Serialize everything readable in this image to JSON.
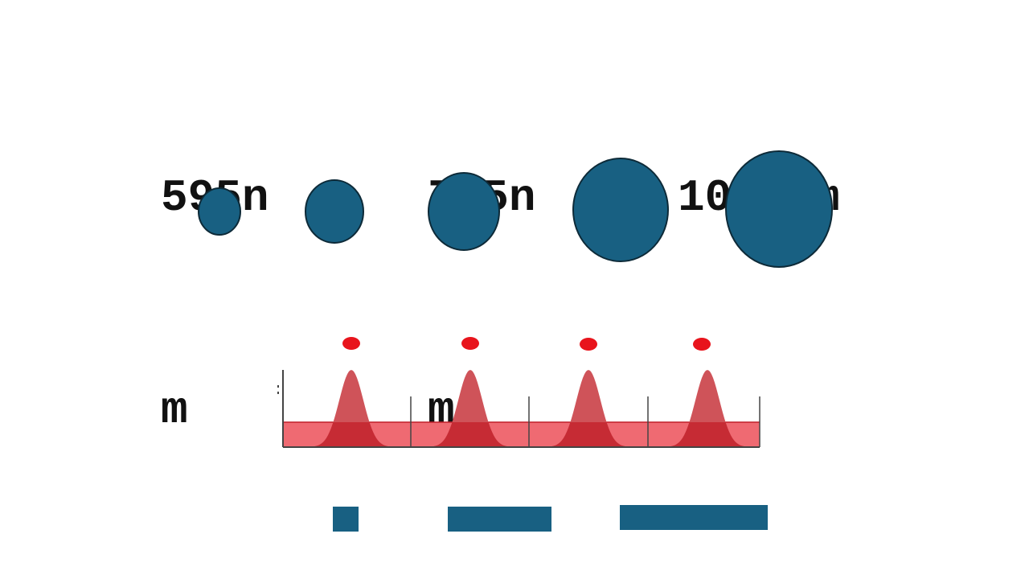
{
  "wavelength_labels": [
    {
      "line1": "595n",
      "line2": "m"
    },
    {
      "line1": "755n",
      "line2": "m"
    },
    {
      "line1": "1064nm",
      "line2": ""
    }
  ],
  "colors": {
    "spot_fill": "#186082",
    "spot_stroke": "#0d2a38",
    "bar_fill": "#186082",
    "pulse_dot": "#e8141c",
    "pulse_peak": "#cf5359",
    "baseline_band": "#ef6a72",
    "overlap": "#c62b34",
    "axis": "#444444",
    "text": "#111111"
  },
  "icons": {
    "spot": "circle",
    "pulse": "gaussian-peak",
    "marker": "red-dot",
    "duration": "bar"
  }
}
